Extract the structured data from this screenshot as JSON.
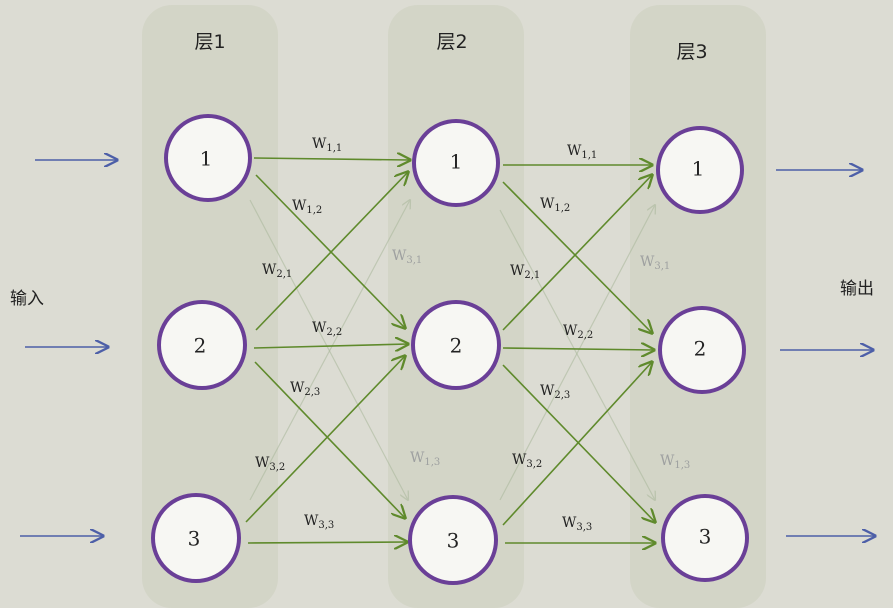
{
  "layers": [
    {
      "title": "层1",
      "nodes": [
        "1",
        "2",
        "3"
      ]
    },
    {
      "title": "层2",
      "nodes": [
        "1",
        "2",
        "3"
      ]
    },
    {
      "title": "层3",
      "nodes": [
        "1",
        "2",
        "3"
      ]
    }
  ],
  "input_label": "输入",
  "output_label": "输出",
  "weights_main": [
    {
      "id": "l12-w11",
      "w": "W",
      "sub": "1,1"
    },
    {
      "id": "l12-w12",
      "w": "W",
      "sub": "1,2"
    },
    {
      "id": "l12-w21",
      "w": "W",
      "sub": "2,1"
    },
    {
      "id": "l12-w22",
      "w": "W",
      "sub": "2,2"
    },
    {
      "id": "l12-w23",
      "w": "W",
      "sub": "2,3"
    },
    {
      "id": "l12-w32",
      "w": "W",
      "sub": "3,2"
    },
    {
      "id": "l12-w33",
      "w": "W",
      "sub": "3,3"
    },
    {
      "id": "l23-w11",
      "w": "W",
      "sub": "1,1"
    },
    {
      "id": "l23-w12",
      "w": "W",
      "sub": "1,2"
    },
    {
      "id": "l23-w21",
      "w": "W",
      "sub": "2,1"
    },
    {
      "id": "l23-w22",
      "w": "W",
      "sub": "2,2"
    },
    {
      "id": "l23-w23",
      "w": "W",
      "sub": "2,3"
    },
    {
      "id": "l23-w32",
      "w": "W",
      "sub": "3,2"
    },
    {
      "id": "l23-w33",
      "w": "W",
      "sub": "3,3"
    }
  ],
  "weights_faint": [
    {
      "id": "l12-w31",
      "w": "W",
      "sub": "3,1"
    },
    {
      "id": "l12-w13",
      "w": "W",
      "sub": "1,3"
    },
    {
      "id": "l23-w31",
      "w": "W",
      "sub": "3,1"
    },
    {
      "id": "l23-w13",
      "w": "W",
      "sub": "1,3"
    }
  ],
  "colors": {
    "node_stroke": "#6a3f97",
    "edge": "#5f8a2c",
    "io_arrow": "#4d5fa8",
    "background": "#dcdcd3"
  }
}
